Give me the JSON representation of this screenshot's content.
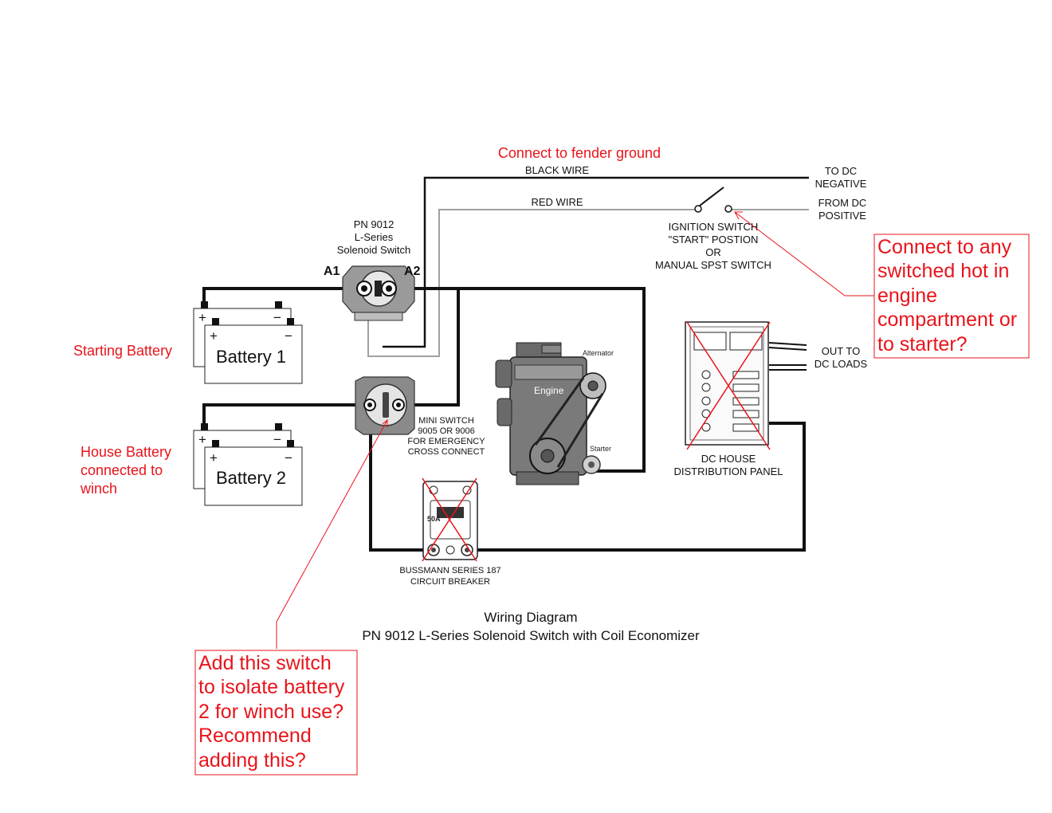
{
  "annotations": {
    "fender_ground": "Connect to fender ground",
    "starting_battery": "Starting Battery",
    "house_battery": [
      "House Battery",
      "connected to",
      "winch"
    ],
    "switched_hot": [
      "Connect to any",
      "switched hot in",
      "engine",
      "compartment or",
      "to starter?"
    ],
    "add_switch": [
      "Add this switch",
      "to isolate battery",
      "2 for winch use?",
      "Recommend",
      "adding this?"
    ]
  },
  "labels": {
    "black_wire": "BLACK WIRE",
    "red_wire": "RED WIRE",
    "to_dc_negative": [
      "TO DC",
      "NEGATIVE"
    ],
    "from_dc_positive": [
      "FROM DC",
      "POSITIVE"
    ],
    "ignition_switch": [
      "IGNITION SWITCH",
      "\"START\" POSTION",
      "OR",
      "MANUAL SPST SWITCH"
    ],
    "solenoid": [
      "PN 9012",
      "L-Series",
      "Solenoid Switch"
    ],
    "terminal_a1": "A1",
    "terminal_a2": "A2",
    "battery1": "Battery 1",
    "battery2": "Battery 2",
    "plus": "+",
    "minus": "−",
    "mini_switch": [
      "MINI SWITCH",
      "9005 OR 9006",
      "FOR EMERGENCY",
      "CROSS CONNECT"
    ],
    "alternator": "Alternator",
    "engine": "Engine",
    "starter": "Starter",
    "out_to_loads": [
      "OUT TO",
      "DC LOADS"
    ],
    "dc_panel": [
      "DC HOUSE",
      "DISTRIBUTION PANEL"
    ],
    "breaker": [
      "BUSSMANN SERIES 187",
      "CIRCUIT BREAKER"
    ],
    "breaker_rating": "50A"
  },
  "caption": {
    "line1": "Wiring Diagram",
    "line2": "PN 9012 L-Series Solenoid Switch with Coil Economizer"
  },
  "colors": {
    "annotation": "#e8141b",
    "wire_black": "#111111",
    "wire_red": "#a0a0a0",
    "component_fill": "#7a7a7a"
  }
}
